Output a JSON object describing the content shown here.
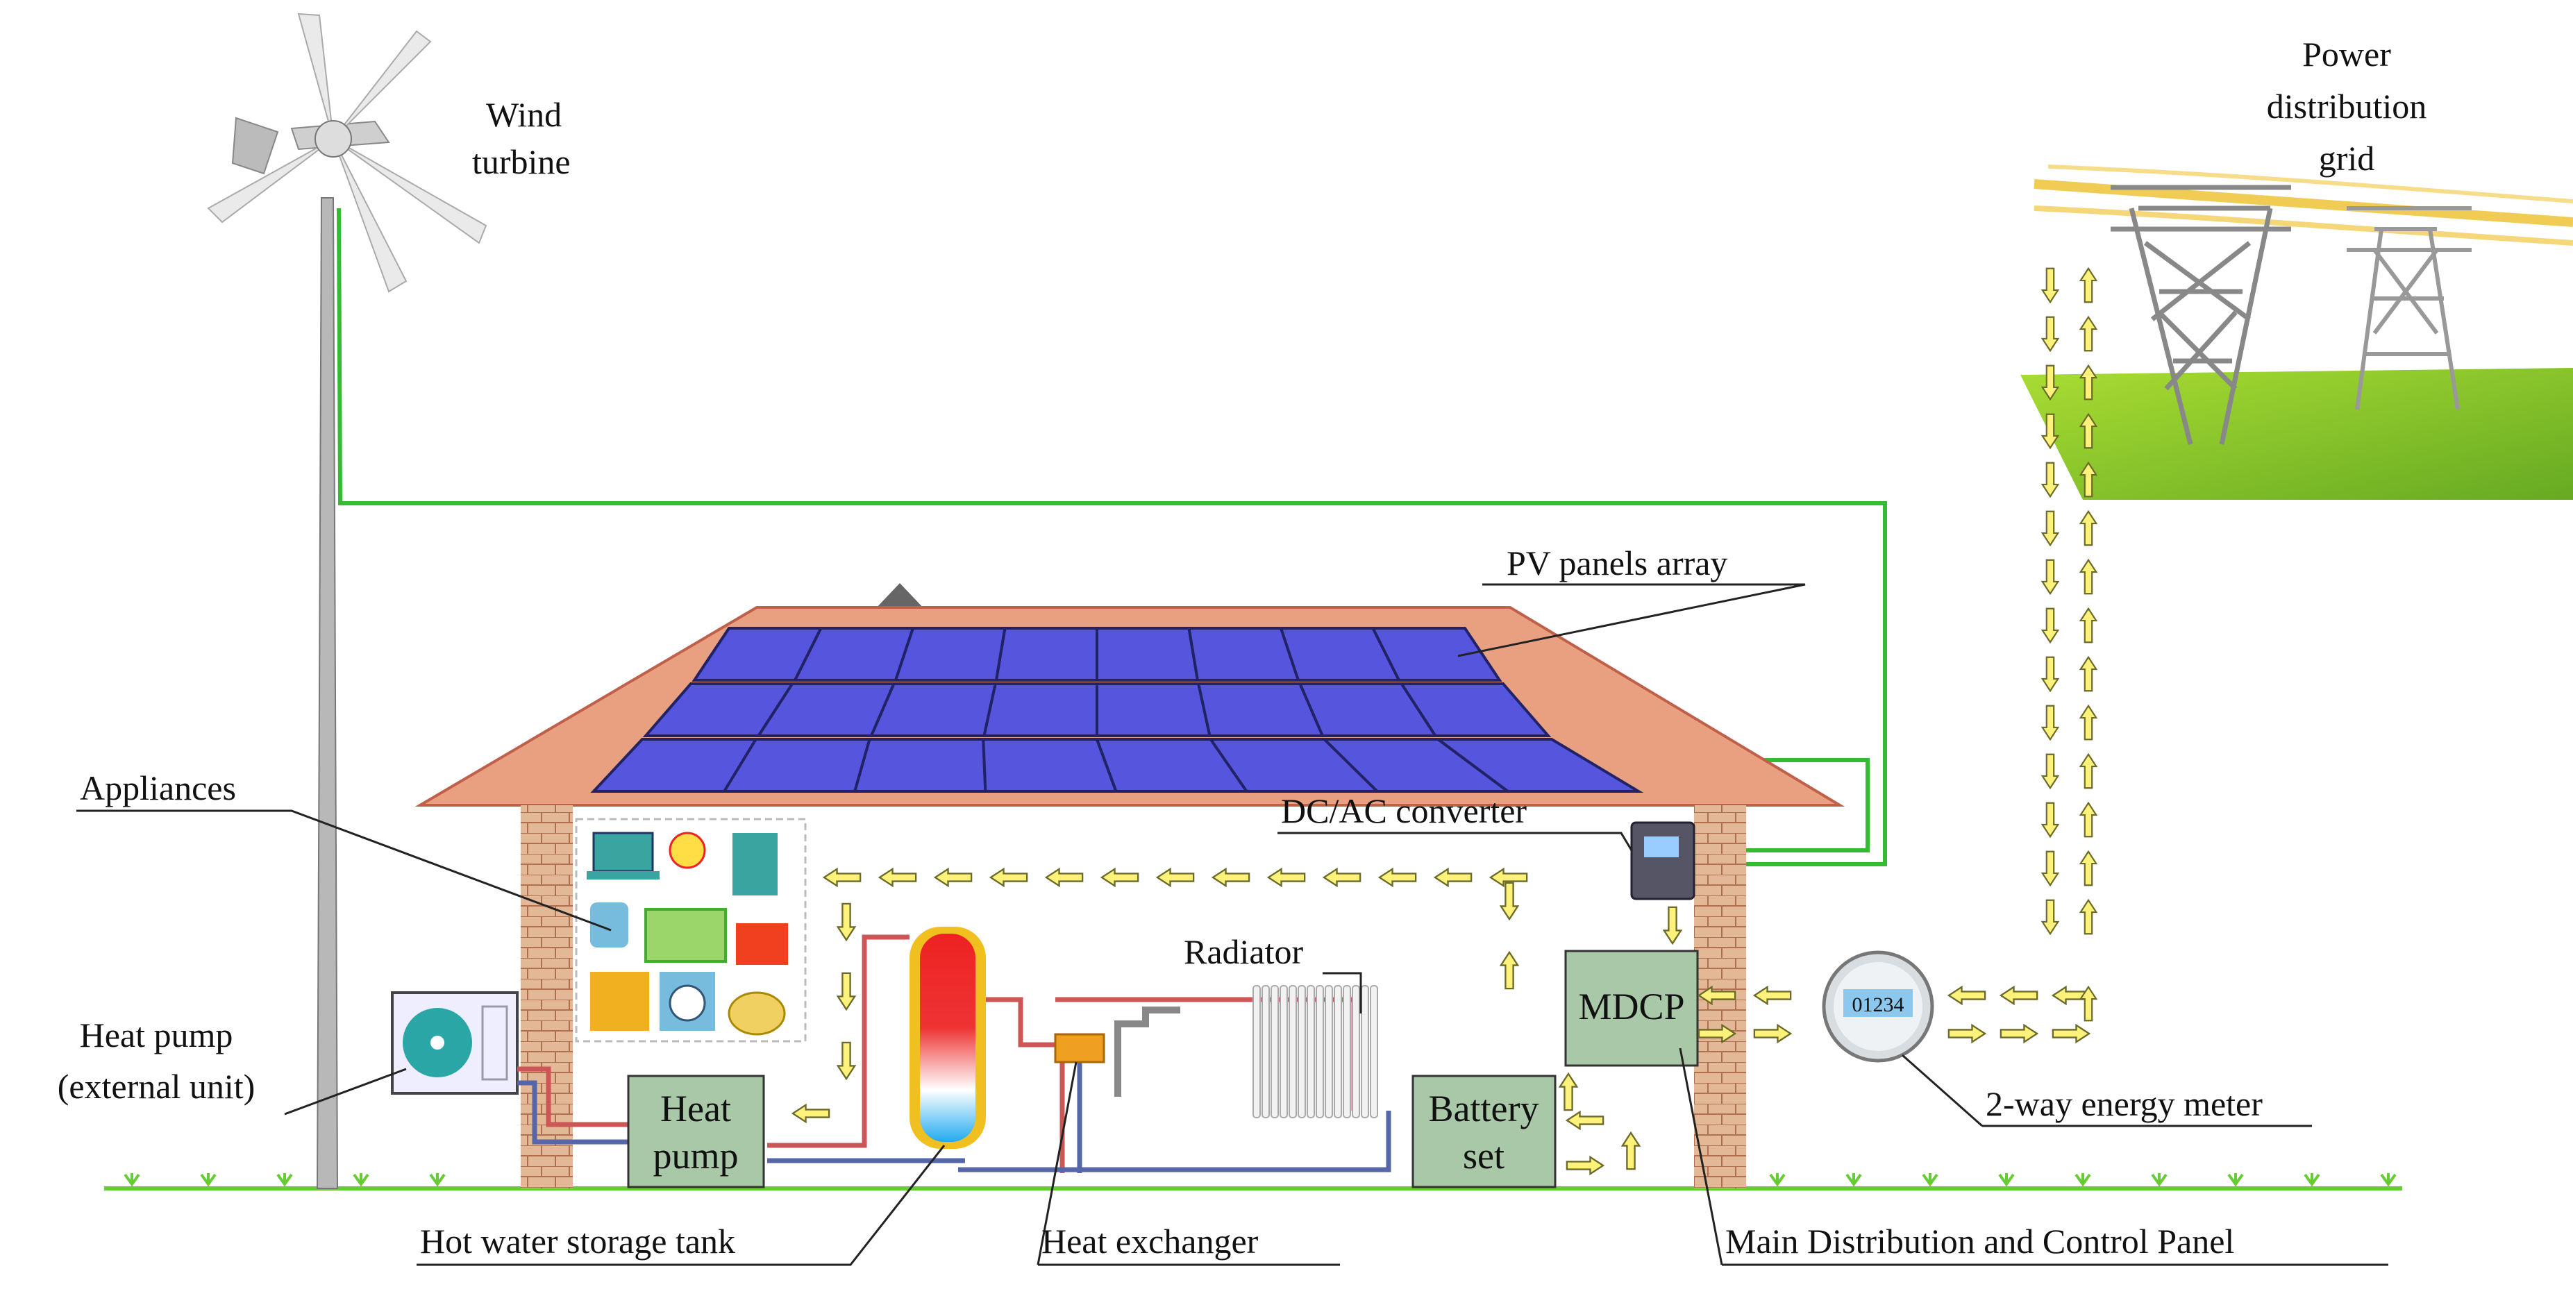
{
  "labels": {
    "wind_turbine": [
      "Wind",
      "turbine"
    ],
    "power_grid": [
      "Power",
      "distribution",
      "grid"
    ],
    "pv_panels": "PV panels array",
    "appliances": "Appliances",
    "dc_ac_converter": "DC/AC converter",
    "radiator": "Radiator",
    "heat_pump_external": [
      "Heat pump",
      "(external unit)"
    ],
    "heat_pump": [
      "Heat",
      "pump"
    ],
    "mdcp": "MDCP",
    "battery_set": [
      "Battery",
      "set"
    ],
    "energy_meter": "2-way energy meter",
    "hot_water_tank": "Hot water storage tank",
    "heat_exchanger": "Heat exchanger",
    "main_panel": "Main Distribution and Control Panel",
    "meter_display": "01234"
  },
  "colors": {
    "roof": "#e8a080",
    "roof_edge": "#c0604a",
    "pv_panel": "#5555dd",
    "brick": "#e0b090",
    "box_fill": "#a8c8a8",
    "arrow_fill": "#fff27a",
    "arrow_stroke": "#7a7a2a",
    "wire_green": "#33bb33",
    "grass": "#66cc33",
    "tank_red": "#ee2222",
    "tank_blue": "#22aaee",
    "pipe_red": "#cc5555",
    "pipe_blue": "#5566aa"
  }
}
